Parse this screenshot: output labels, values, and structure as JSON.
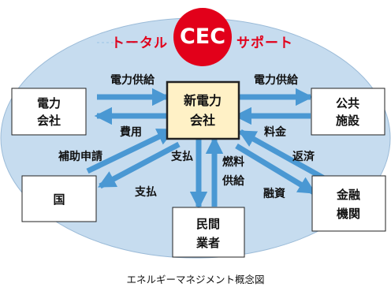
{
  "logo": {
    "text": "CEC",
    "left_text": "トータル",
    "right_text": "サポート"
  },
  "nodes": {
    "power_company": [
      "電力",
      "会社"
    ],
    "new_power": [
      "新電力",
      "会社"
    ],
    "public_facility": [
      "公共",
      "施設"
    ],
    "country": [
      "国"
    ],
    "private_business": [
      "民間",
      "業者"
    ],
    "finance": [
      "金融",
      "機関"
    ]
  },
  "flows": {
    "power_supply_left": "電力供給",
    "cost": "費用",
    "power_supply_right": "電力供給",
    "fee": "料金",
    "subsidy_application": "補助申請",
    "payment_country": "支払",
    "payment_private": "支払",
    "fuel_supply": [
      "燃料",
      "供給"
    ],
    "repayment": "返済",
    "financing": "融資"
  },
  "caption": "エネルギーマネジメント概念図",
  "colors": {
    "ellipse_fill": "#c6dcef",
    "ellipse_stroke": "#9bbbd8",
    "arrow": "#4a98d3",
    "center_fill": "#fff1c6",
    "logo_red": "#e2001a",
    "node_stroke": "#222222",
    "text": "#111111"
  }
}
